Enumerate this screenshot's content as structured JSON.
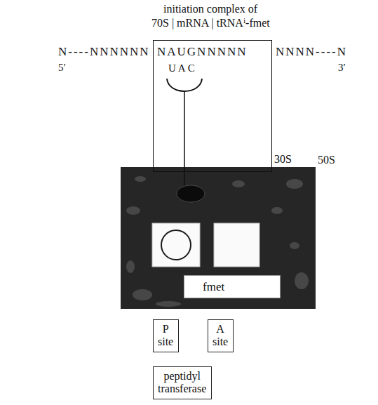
{
  "diagram": {
    "title": "initiation complex of",
    "nodes": [
      {
        "text": [
          "30S"
        ]
      },
      {
        "text": [
          "50S"
        ]
      },
      {
        "text": [
          "fmet"
        ],
        "in": 1
      },
      {
        "text": [
          "P site"
        ]
      },
      {
        "text": [
          "A site"
        ]
      },
      {
        "text": [
          "peptidyl transferase"
        ]
      }
    ],
    "labels": [
      "70S | mRNA | tRNAⁱ-fmet",
      "N----NNNNNN",
      "NAUGNNNNN",
      "NNNN----N",
      "5′",
      "3′",
      "UAC"
    ]
  }
}
